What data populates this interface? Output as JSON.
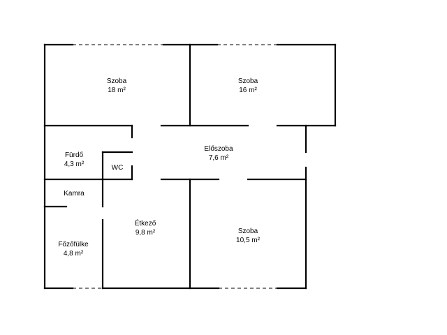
{
  "colors": {
    "background": "#ffffff",
    "walls": "#000000",
    "text": "#000000"
  },
  "rooms": {
    "szoba_nw": {
      "name": "Szoba",
      "area": "18 m²"
    },
    "szoba_ne": {
      "name": "Szoba",
      "area": "16 m²"
    },
    "furdo": {
      "name": "Fürdő",
      "area": "4,3 m²"
    },
    "wc": {
      "name": "WC"
    },
    "eloszoba": {
      "name": "Előszoba",
      "area": "7,6 m²"
    },
    "kamra": {
      "name": "Kamra"
    },
    "etkezo": {
      "name": "Étkező",
      "area": "9,8 m²"
    },
    "szoba_se": {
      "name": "Szoba",
      "area": "10,5 m²"
    },
    "fozofulke": {
      "name": "Főzőfülke",
      "area": "4,8 m²"
    }
  }
}
